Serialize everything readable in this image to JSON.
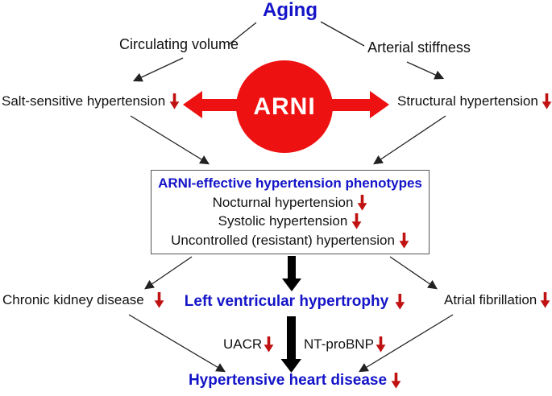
{
  "figure": {
    "aging": "Aging",
    "circulating_volume": "Circulating volume",
    "arterial_stiffness": "Arterial stiffness",
    "salt_sensitive_hypertension": "Salt-sensitive hypertension",
    "structural_hypertension": "Structural hypertension",
    "arni": "ARNI",
    "phenotype_box": {
      "title": "ARNI-effective hypertension phenotypes",
      "items": [
        "Nocturnal hypertension",
        "Systolic hypertension",
        "Uncontrolled (resistant) hypertension"
      ]
    },
    "chronic_kidney_disease": "Chronic kidney disease",
    "left_ventricular_hypertrophy": "Left ventricular hypertrophy",
    "atrial_fibrillation": "Atrial fibrillation",
    "uacr": "UACR",
    "nt_probnp": "NT-proBNP",
    "hypertensive_heart_disease": "Hypertensive heart disease"
  },
  "icons": {
    "decrease_arrow": "red-down-arrow",
    "arni_bidirectional_arrows": "thick-red-left-right-arrows",
    "flow_arrows": "thin-black-arrows-and-thick-black-down-arrows"
  },
  "colors": {
    "accent_blue": "#1414c8",
    "arni_red": "#ee1111",
    "decrease_red": "#c11212",
    "text_black": "#111111",
    "background": "#ffffff"
  }
}
